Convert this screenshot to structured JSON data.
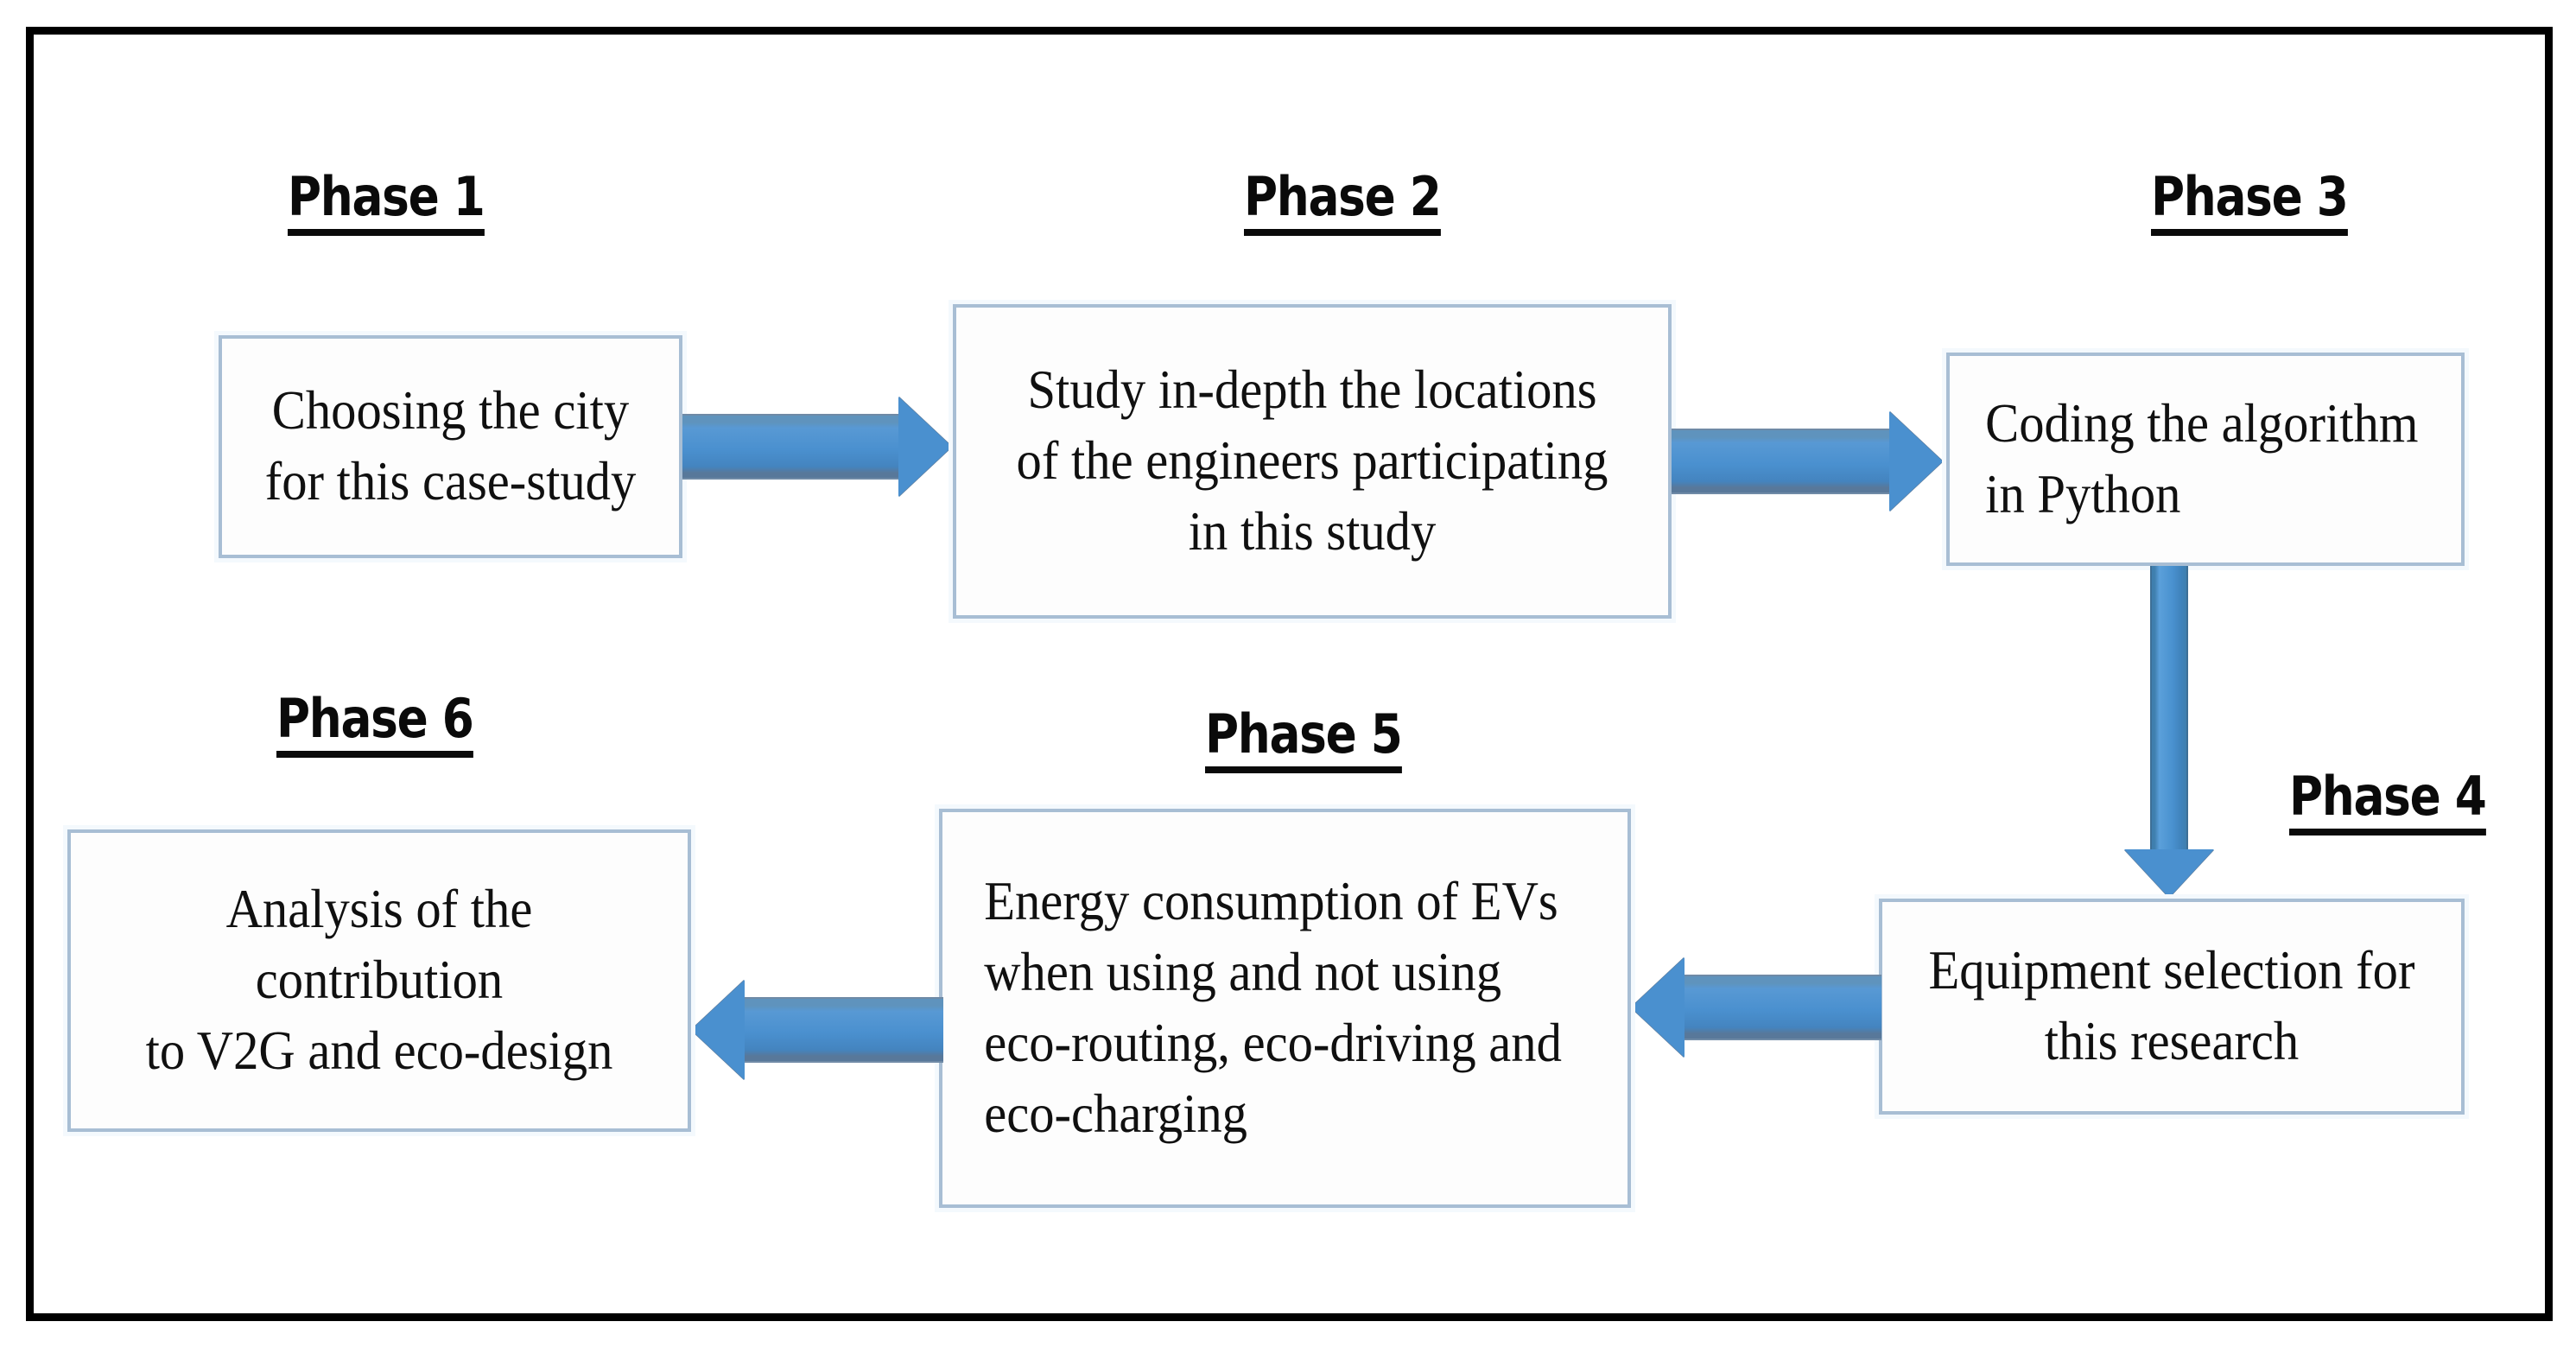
{
  "figure": {
    "type": "flowchart",
    "orientation": "serpentine-left-to-right-then-right-to-left",
    "frame_color": "#000000",
    "box_border_color": "#a8bed4",
    "arrow_color": "#4a90cf"
  },
  "phases": [
    {
      "id": "phase-1",
      "label": "Phase 1",
      "text": "Choosing the city\nfor this case-study",
      "align": "center"
    },
    {
      "id": "phase-2",
      "label": "Phase 2",
      "text": "Study in-depth the locations\nof the engineers participating\nin this study",
      "align": "center"
    },
    {
      "id": "phase-3",
      "label": "Phase 3",
      "text": "Coding the algorithm\nin Python",
      "align": "left"
    },
    {
      "id": "phase-4",
      "label": "Phase 4",
      "text": "Equipment selection for\nthis research",
      "align": "center"
    },
    {
      "id": "phase-5",
      "label": "Phase 5",
      "text": "Energy consumption of EVs\nwhen using and not using\neco-routing, eco-driving and\neco-charging",
      "align": "left"
    },
    {
      "id": "phase-6",
      "label": "Phase 6",
      "text": "Analysis of the\ncontribution\nto V2G and eco-design",
      "align": "center"
    }
  ],
  "connectors": [
    {
      "id": "arrow-1-to-2",
      "from": "phase-1",
      "to": "phase-2",
      "direction": "right"
    },
    {
      "id": "arrow-2-to-3",
      "from": "phase-2",
      "to": "phase-3",
      "direction": "right"
    },
    {
      "id": "arrow-3-to-4",
      "from": "phase-3",
      "to": "phase-4",
      "direction": "down"
    },
    {
      "id": "arrow-4-to-5",
      "from": "phase-4",
      "to": "phase-5",
      "direction": "left"
    },
    {
      "id": "arrow-5-to-6",
      "from": "phase-5",
      "to": "phase-6",
      "direction": "left"
    }
  ]
}
